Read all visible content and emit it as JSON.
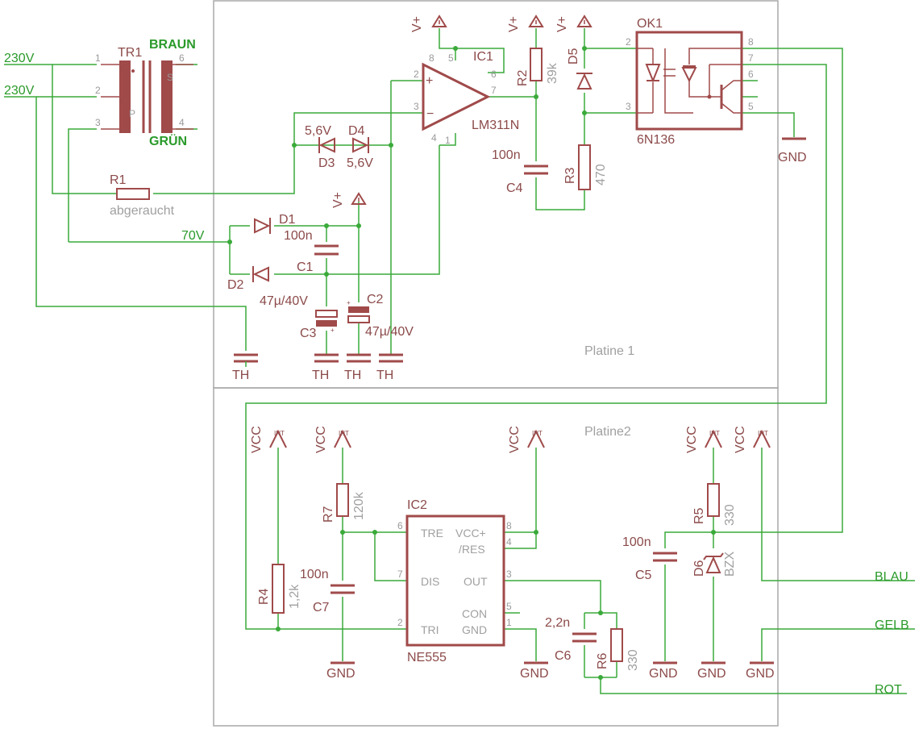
{
  "frames": {
    "board1": "Platine 1",
    "board2": "Platine2"
  },
  "transformer": {
    "ref": "TR1",
    "pins": [
      "1",
      "2",
      "3",
      "6",
      "4"
    ],
    "sec_mark": "S",
    "pri_mark": "P",
    "wire_top": "BRAUN",
    "wire_bottom": "GRÜN"
  },
  "mains": {
    "l1": "230V",
    "l2": "230V",
    "tap": "70V"
  },
  "resistors": {
    "r1": {
      "ref": "R1",
      "value": "abgeraucht"
    },
    "r2": {
      "ref": "R2",
      "value": "39k"
    },
    "r3": {
      "ref": "R3",
      "value": "470"
    },
    "r4": {
      "ref": "R4",
      "value": "1,2k"
    },
    "r5": {
      "ref": "R5",
      "value": "330"
    },
    "r6": {
      "ref": "R6",
      "value": "330"
    },
    "r7": {
      "ref": "R7",
      "value": "120k"
    }
  },
  "capacitors": {
    "c1": {
      "ref": "C1",
      "value": "100n"
    },
    "c2": {
      "ref": "C2",
      "value": "47µ/40V"
    },
    "c3": {
      "ref": "C3",
      "value": "47µ/40V"
    },
    "c4": {
      "ref": "C4",
      "value": "100n"
    },
    "c5": {
      "ref": "C5",
      "value": "100n"
    },
    "c6": {
      "ref": "C6",
      "value": "2,2n"
    },
    "c7": {
      "ref": "C7",
      "value": "100n"
    }
  },
  "diodes": {
    "d1": {
      "ref": "D1"
    },
    "d2": {
      "ref": "D2"
    },
    "d3": {
      "ref": "D3",
      "value": "5,6V"
    },
    "d4": {
      "ref": "D4",
      "value": "5,6V"
    },
    "d5": {
      "ref": "D5"
    },
    "d6": {
      "ref": "D6",
      "value": "BZX"
    }
  },
  "ic1": {
    "ref": "IC1",
    "part": "LM311N",
    "pins": [
      "8",
      "5",
      "2",
      "3",
      "4",
      "1",
      "6",
      "7"
    ],
    "plus": "+",
    "minus": "−"
  },
  "ok1": {
    "ref": "OK1",
    "part": "6N136",
    "pins": [
      "2",
      "3",
      "8",
      "7",
      "6",
      "5"
    ]
  },
  "ic2": {
    "ref": "IC2",
    "part": "NE555",
    "left_pins": [
      {
        "num": "6",
        "name": "TRE"
      },
      {
        "num": "7",
        "name": "DIS"
      },
      {
        "num": "2",
        "name": "TRI"
      }
    ],
    "right_pins": [
      {
        "num": "8",
        "name": "VCC+"
      },
      {
        "num": "4",
        "name": "/RES"
      },
      {
        "num": "3",
        "name": "OUT"
      },
      {
        "num": "5",
        "name": "CON"
      },
      {
        "num": "1",
        "name": "GND"
      }
    ]
  },
  "supplies": {
    "vplus": "V+",
    "vcc": "VCC",
    "int": "INT",
    "gnd": "GND",
    "th": "TH"
  },
  "outputs": {
    "blue": "BLAU",
    "yellow": "GELB",
    "red": "ROT"
  },
  "colors": {
    "wire": "#3aaa3a",
    "component": "#a04a4a",
    "frame": "#a8a8a8"
  }
}
